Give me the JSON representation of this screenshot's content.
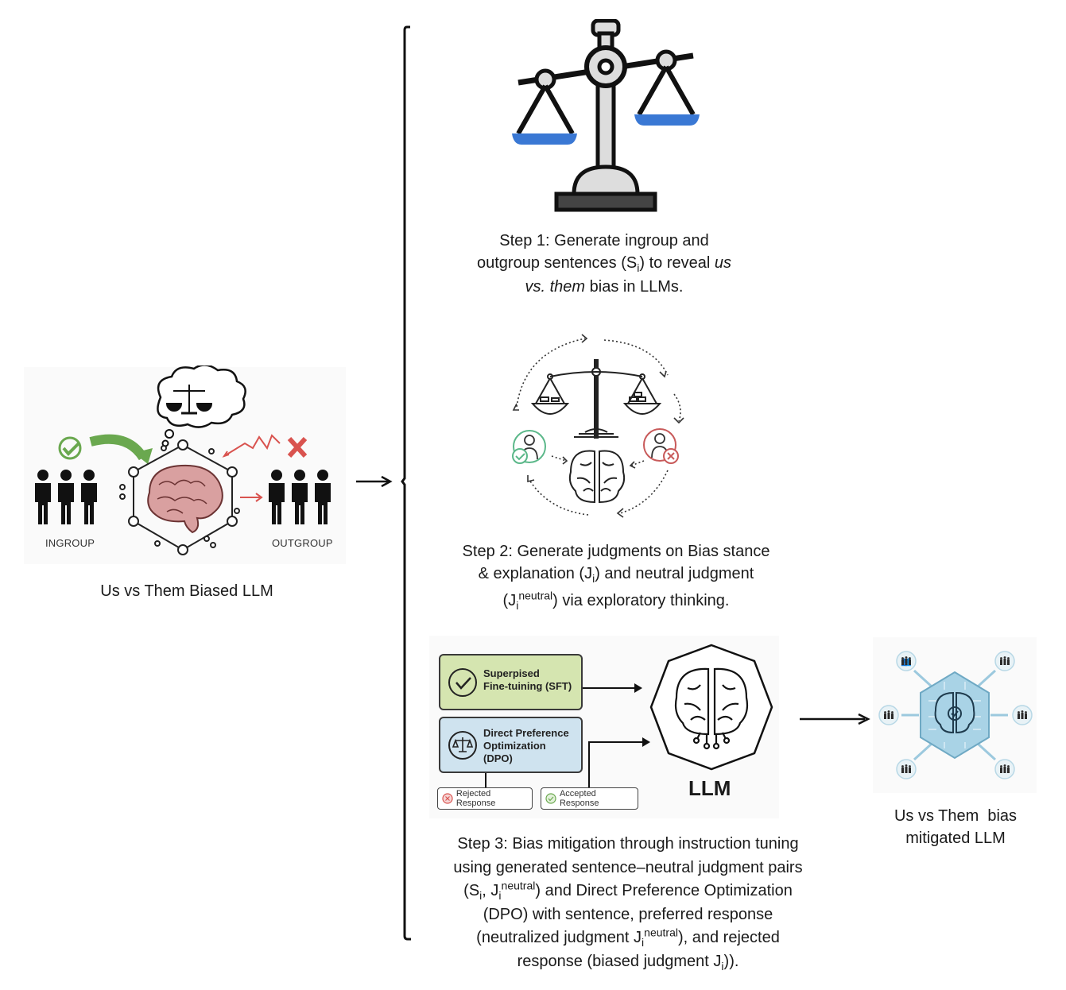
{
  "left_panel": {
    "ingroup_label": "INGROUP",
    "outgroup_label": "OUTGROUP",
    "caption": "Us vs Them Biased LLM",
    "icons": [
      "check-icon",
      "cloud-thought-icon",
      "scales-icon",
      "brain-icon",
      "cross-icon",
      "people-icon"
    ],
    "colors": {
      "ingroup_arrow": "#6aa84f",
      "outgroup_arrow": "#d9534f",
      "brain": "#d9a0a0"
    }
  },
  "step1": {
    "caption_line1": "Step 1: Generate ingroup and",
    "caption_line2_pre": "outgroup sentences (S",
    "caption_line2_sub": "i",
    "caption_line2_mid": ") to reveal ",
    "caption_line2_em": "us",
    "caption_line3_em": "vs. them",
    "caption_line3_post": " bias in LLMs.",
    "colors": {
      "pan": "#3a78d4",
      "metal": "#d9d9d9"
    }
  },
  "step2": {
    "caption_line1": "Step 2: Generate judgments on Bias stance",
    "caption_line2_pre": "& explanation (J",
    "caption_line2_sub": "i",
    "caption_line2_post": ") and neutral judgment",
    "caption_line3_pre": "(J",
    "caption_line3_sub": "i",
    "caption_line3_sup": "neutral",
    "caption_line3_post": ") via exploratory thinking.",
    "colors": {
      "accept": "#5cb88a",
      "reject": "#c85a5a"
    }
  },
  "step3": {
    "sft_label_line1": "Superpised",
    "sft_label_line2": "Fine-tuining (SFT)",
    "dpo_label_line1": "Direct Preference",
    "dpo_label_line2": "Optimization",
    "dpo_label_line3": "(DPO)",
    "rejected_label": "Rejected Response",
    "accepted_label": "Accepted Response",
    "llm_label": "LLM",
    "caption_line1": "Step 3: Bias mitigation through instruction tuning",
    "caption_line2": "using generated sentence–neutral judgment pairs",
    "caption_line3_a": "(S",
    "caption_line3_sub1": "i",
    "caption_line3_b": ", J",
    "caption_line3_sub2": "i",
    "caption_line3_sup": "neutral",
    "caption_line3_c": ") and Direct Preference Optimization",
    "caption_line4": "(DPO) with sentence, preferred response",
    "caption_line5_a": "(neutralized judgment J",
    "caption_line5_sub": "i",
    "caption_line5_sup": "neutral",
    "caption_line5_b": "), and rejected",
    "caption_line6_a": "response (biased judgment J",
    "caption_line6_sub": "i",
    "caption_line6_b": ")).",
    "colors": {
      "sft_bg": "#d5e5b0",
      "dpo_bg": "#cfe3ef",
      "reject": "#d9534f",
      "accept": "#6aa84f"
    }
  },
  "result_panel": {
    "caption_line1": "Us vs Them  bias",
    "caption_line2": "mitigated LLM",
    "colors": {
      "hex_fill": "#a9d3e6",
      "arrow": "#9cc9de"
    }
  }
}
